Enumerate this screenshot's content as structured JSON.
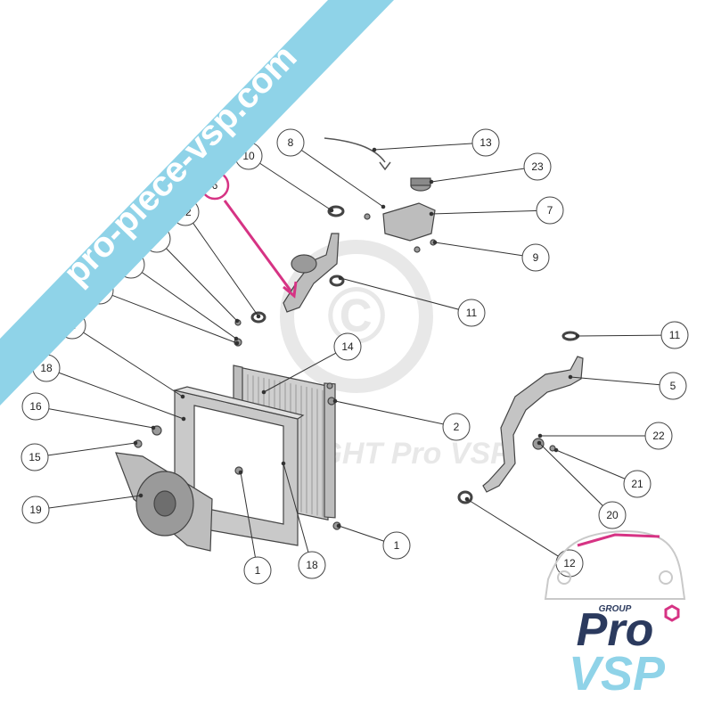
{
  "banner": {
    "text": "pro-piece-vsp.com",
    "color": "#8fd3e8"
  },
  "watermark": {
    "symbol": "©",
    "text": "COPYRIGHT Pro VSP"
  },
  "highlight_color": "#d63384",
  "callouts": [
    {
      "label": "8"
    },
    {
      "label": "13"
    },
    {
      "label": "10"
    },
    {
      "label": "23"
    },
    {
      "label": "6"
    },
    {
      "label": "12"
    },
    {
      "label": "7"
    },
    {
      "label": "4"
    },
    {
      "label": "3"
    },
    {
      "label": "9"
    },
    {
      "label": "2"
    },
    {
      "label": "11"
    },
    {
      "label": "17"
    },
    {
      "label": "11"
    },
    {
      "label": "14"
    },
    {
      "label": "18"
    },
    {
      "label": "5"
    },
    {
      "label": "16"
    },
    {
      "label": "2"
    },
    {
      "label": "22"
    },
    {
      "label": "15"
    },
    {
      "label": "21"
    },
    {
      "label": "19"
    },
    {
      "label": "20"
    },
    {
      "label": "1"
    },
    {
      "label": "1"
    },
    {
      "label": "18"
    },
    {
      "label": "12"
    }
  ],
  "logo": {
    "group": "GROUP",
    "line1": "Pro",
    "line2": "VSP"
  }
}
